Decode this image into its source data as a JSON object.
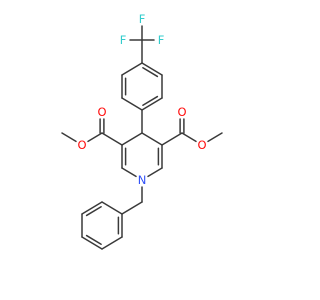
{
  "molecule": {
    "atoms": [
      {
        "id": "c_cf3",
        "element": "C"
      },
      {
        "id": "f_top",
        "element": "F",
        "label": "F"
      },
      {
        "id": "f_left",
        "element": "F",
        "label": "F"
      },
      {
        "id": "f_right",
        "element": "F",
        "label": "F"
      },
      {
        "id": "ph_c1",
        "element": "C"
      },
      {
        "id": "ph_c2",
        "element": "C"
      },
      {
        "id": "ph_c3",
        "element": "C"
      },
      {
        "id": "ph_c4",
        "element": "C"
      },
      {
        "id": "ph_c5",
        "element": "C"
      },
      {
        "id": "ph_c6",
        "element": "C"
      },
      {
        "id": "c4_dhp",
        "element": "C"
      },
      {
        "id": "c3_dhp",
        "element": "C"
      },
      {
        "id": "c2_dhp",
        "element": "C"
      },
      {
        "id": "n1",
        "element": "N",
        "label": "N"
      },
      {
        "id": "c6_dhp",
        "element": "C"
      },
      {
        "id": "c5_dhp",
        "element": "C"
      },
      {
        "id": "ester_l_c",
        "element": "C"
      },
      {
        "id": "ester_l_o_dbl",
        "element": "O",
        "label": "O"
      },
      {
        "id": "ester_l_o",
        "element": "O",
        "label": "O"
      },
      {
        "id": "ester_l_me",
        "element": "C"
      },
      {
        "id": "ester_r_c",
        "element": "C"
      },
      {
        "id": "ester_r_o_dbl",
        "element": "O",
        "label": "O"
      },
      {
        "id": "ester_r_o",
        "element": "O",
        "label": "O"
      },
      {
        "id": "ester_r_me",
        "element": "C"
      },
      {
        "id": "ch2",
        "element": "C"
      },
      {
        "id": "bn_c1",
        "element": "C"
      },
      {
        "id": "bn_c2",
        "element": "C"
      },
      {
        "id": "bn_c3",
        "element": "C"
      },
      {
        "id": "bn_c4",
        "element": "C"
      },
      {
        "id": "bn_c5",
        "element": "C"
      },
      {
        "id": "bn_c6",
        "element": "C"
      }
    ],
    "bonds": [
      {
        "a": "c_cf3",
        "b": "f_top",
        "order": 1
      },
      {
        "a": "c_cf3",
        "b": "f_left",
        "order": 1
      },
      {
        "a": "c_cf3",
        "b": "f_right",
        "order": 1
      },
      {
        "a": "c_cf3",
        "b": "ph_c1",
        "order": 1
      },
      {
        "a": "ph_c1",
        "b": "ph_c2",
        "order": 2
      },
      {
        "a": "ph_c2",
        "b": "ph_c3",
        "order": 1
      },
      {
        "a": "ph_c3",
        "b": "ph_c4",
        "order": 2
      },
      {
        "a": "ph_c4",
        "b": "ph_c5",
        "order": 1
      },
      {
        "a": "ph_c5",
        "b": "ph_c6",
        "order": 2
      },
      {
        "a": "ph_c6",
        "b": "ph_c1",
        "order": 1
      },
      {
        "a": "ph_c4",
        "b": "c4_dhp",
        "order": 1
      },
      {
        "a": "c4_dhp",
        "b": "c3_dhp",
        "order": 1
      },
      {
        "a": "c3_dhp",
        "b": "c2_dhp",
        "order": 2
      },
      {
        "a": "c2_dhp",
        "b": "n1",
        "order": 1
      },
      {
        "a": "n1",
        "b": "c6_dhp",
        "order": 1
      },
      {
        "a": "c6_dhp",
        "b": "c5_dhp",
        "order": 2
      },
      {
        "a": "c5_dhp",
        "b": "c4_dhp",
        "order": 1
      },
      {
        "a": "c3_dhp",
        "b": "ester_l_c",
        "order": 1
      },
      {
        "a": "ester_l_c",
        "b": "ester_l_o_dbl",
        "order": 2
      },
      {
        "a": "ester_l_c",
        "b": "ester_l_o",
        "order": 1
      },
      {
        "a": "ester_l_o",
        "b": "ester_l_me",
        "order": 1
      },
      {
        "a": "c5_dhp",
        "b": "ester_r_c",
        "order": 1
      },
      {
        "a": "ester_r_c",
        "b": "ester_r_o_dbl",
        "order": 2
      },
      {
        "a": "ester_r_c",
        "b": "ester_r_o",
        "order": 1
      },
      {
        "a": "ester_r_o",
        "b": "ester_r_me",
        "order": 1
      },
      {
        "a": "n1",
        "b": "ch2",
        "order": 1
      },
      {
        "a": "ch2",
        "b": "bn_c1",
        "order": 1
      },
      {
        "a": "bn_c1",
        "b": "bn_c2",
        "order": 2
      },
      {
        "a": "bn_c2",
        "b": "bn_c3",
        "order": 1
      },
      {
        "a": "bn_c3",
        "b": "bn_c4",
        "order": 2
      },
      {
        "a": "bn_c4",
        "b": "bn_c5",
        "order": 1
      },
      {
        "a": "bn_c5",
        "b": "bn_c6",
        "order": 2
      },
      {
        "a": "bn_c6",
        "b": "bn_c1",
        "order": 1
      }
    ]
  },
  "colors": {
    "bond": "#3a3a3a",
    "F": "#33cccc",
    "O": "#ff0d0d",
    "N": "#3050f8",
    "background": "#ffffff"
  }
}
